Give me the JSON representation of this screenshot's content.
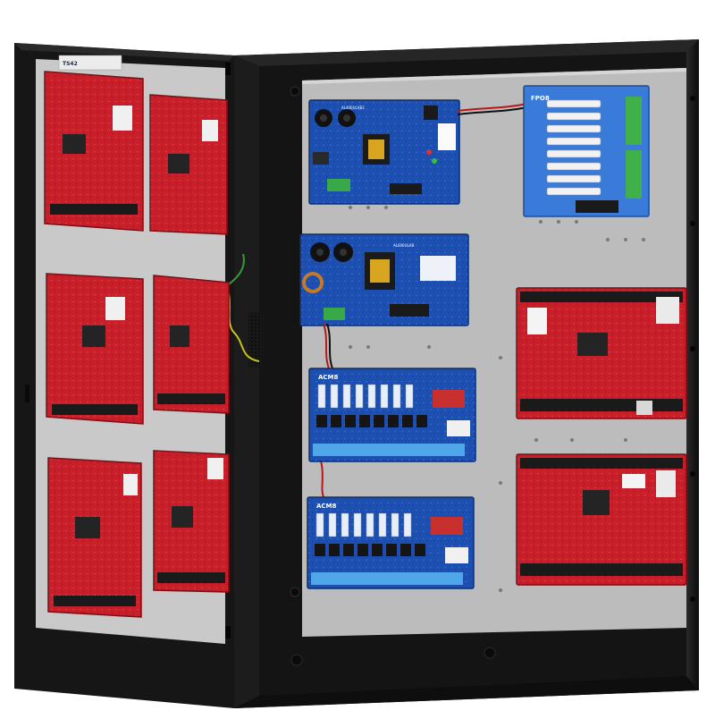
{
  "image": {
    "subject": "open-enclosure-with-access-control-and-power-boards"
  },
  "labels": {
    "power_distribution_module": "FPO8",
    "relay_module_top": "ACM8",
    "relay_module_bottom": "ACM8",
    "power_supply_bottom": "AL600ULXB",
    "power_supply_top_model": "AL400ULXB2",
    "enclosure_label": "TS42"
  },
  "colors": {
    "enclosure": "#161616",
    "backplane": "#bdbdbd",
    "door_panel": "#c8c8c8",
    "access_board": "#c8202a",
    "power_board": "#1d4fb0",
    "module_board": "#3a7ad8"
  }
}
